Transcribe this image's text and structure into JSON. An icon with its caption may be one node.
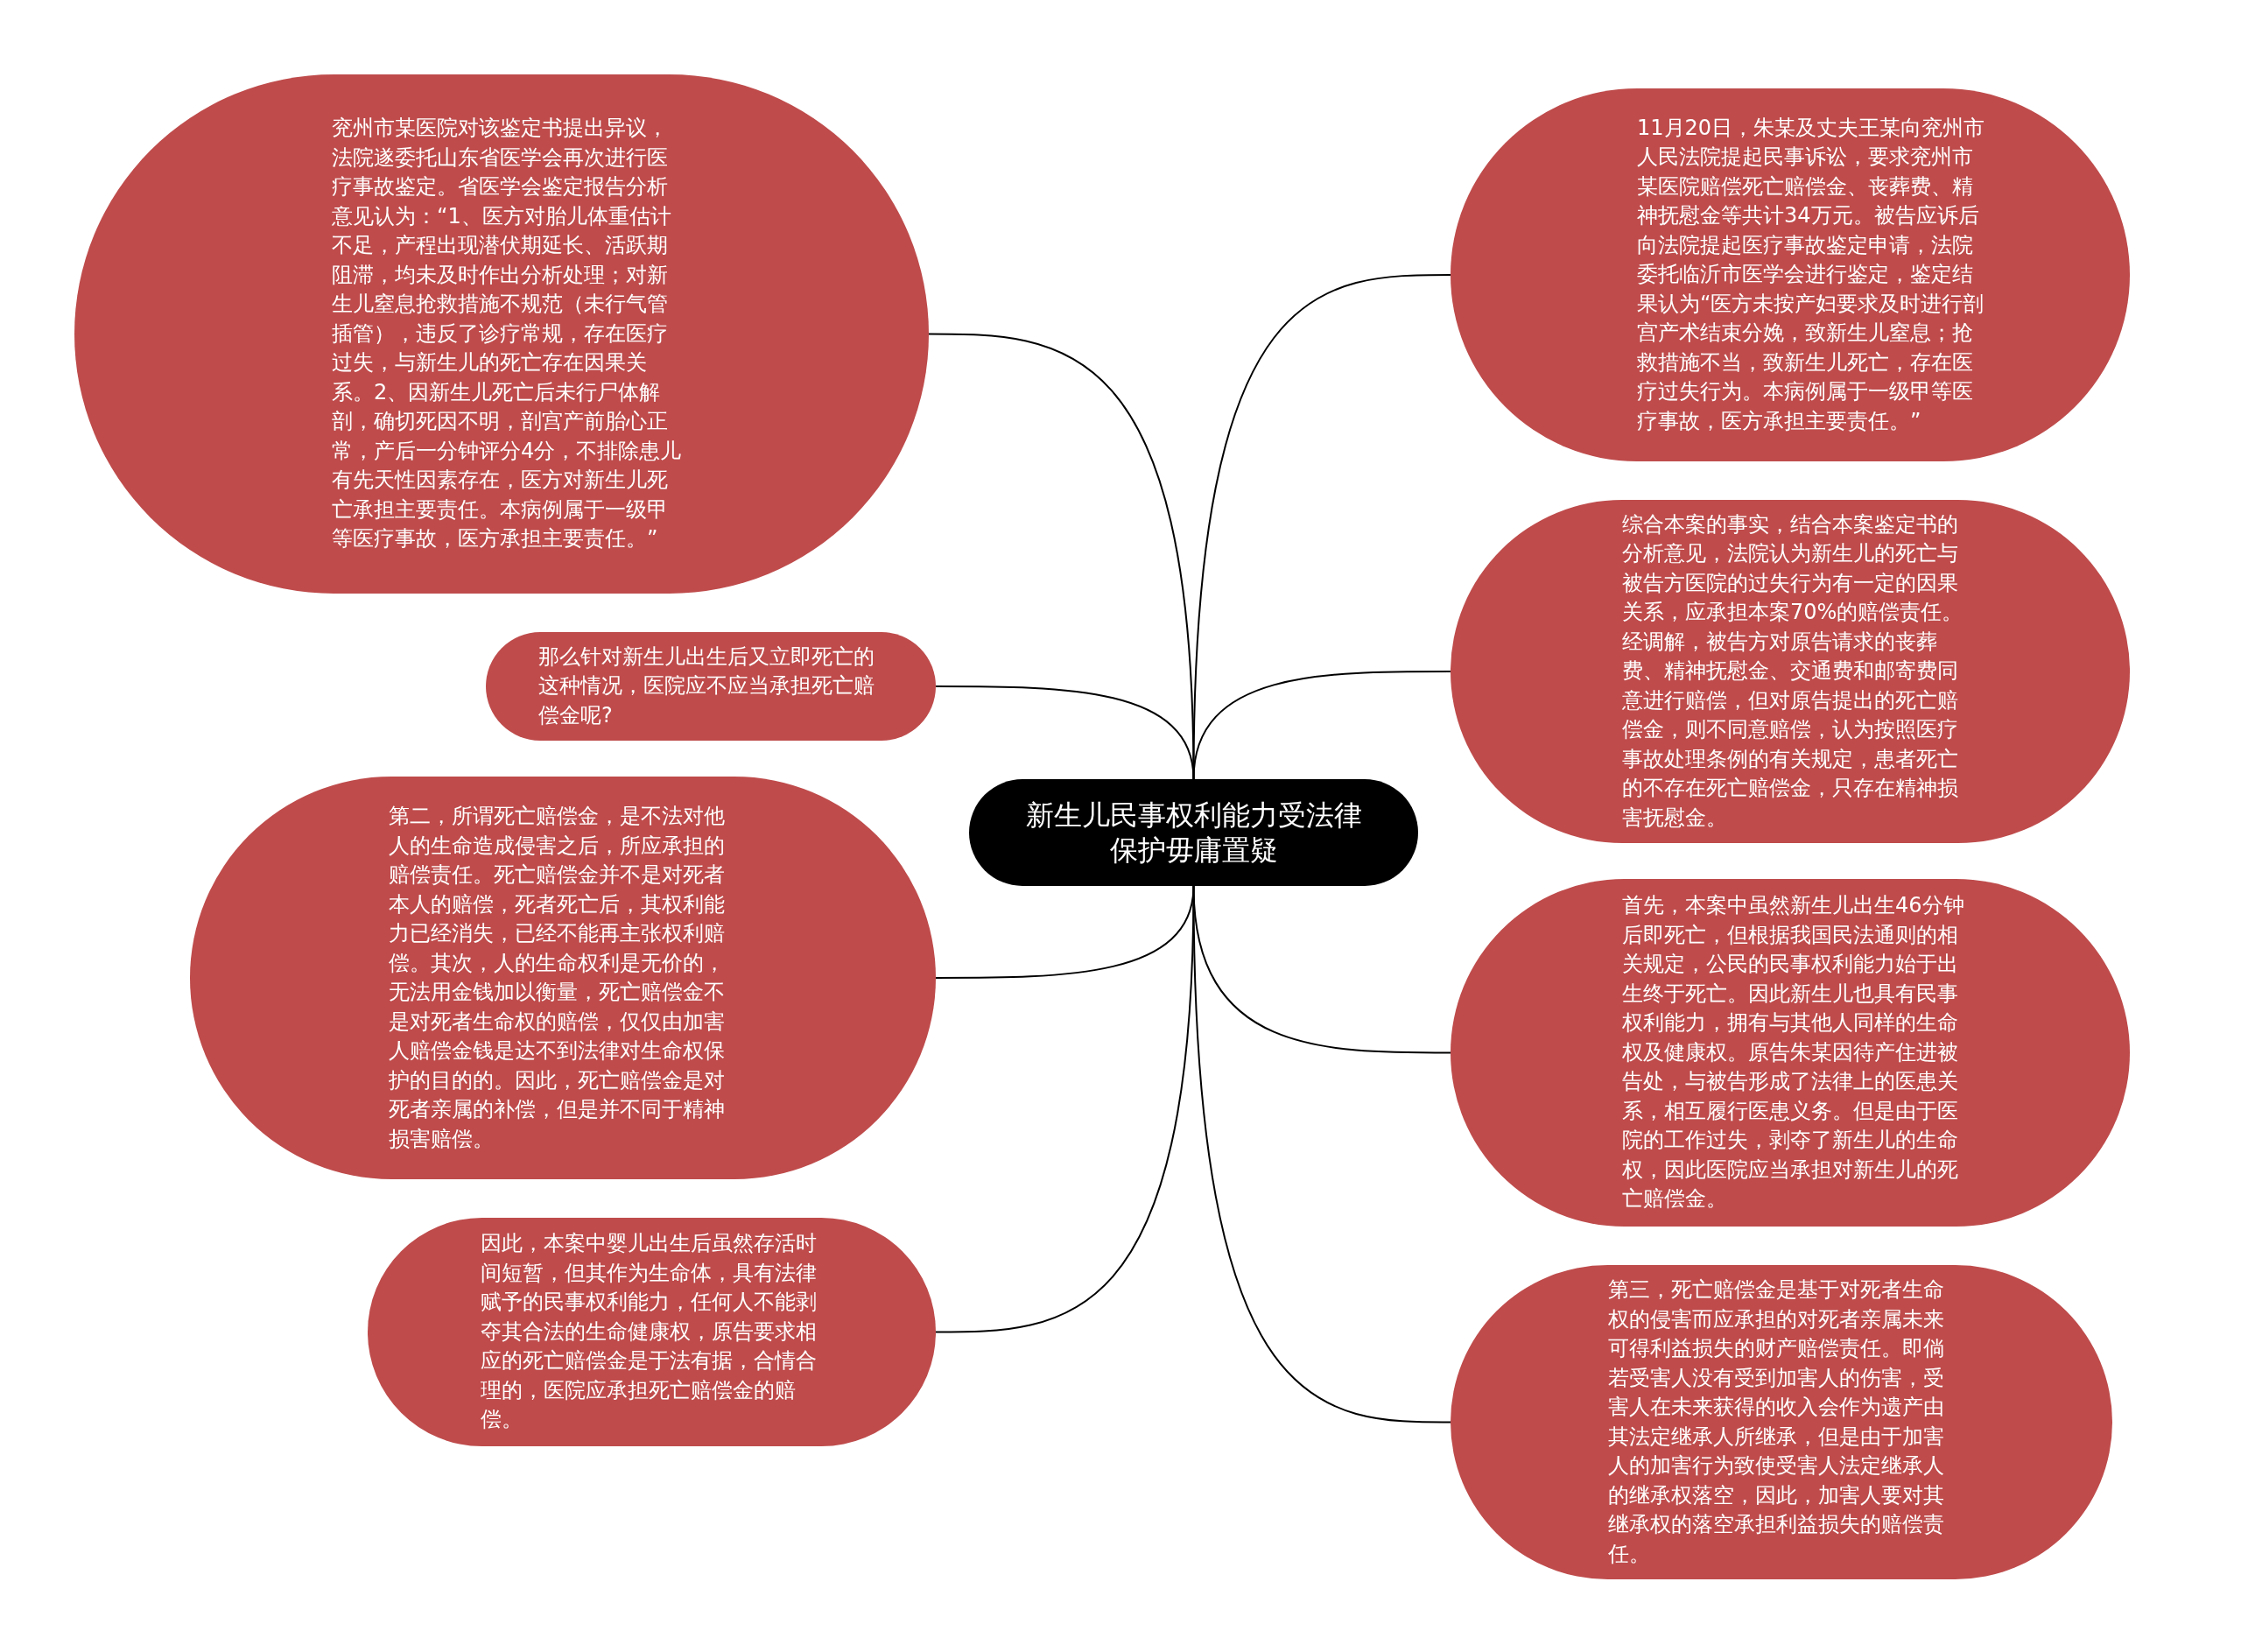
{
  "diagram": {
    "nodes": [
      {
        "text": [
          "新生儿民事权利能力受法律保护毋庸置疑"
        ]
      },
      {
        "text": [
          "兖州市某医院对该鉴定书提出异议，法院遂委托山东省医学会再次进行医疗事故鉴定。省医学会鉴定报告分析意见认为：“1、医方对胎儿体重估计不足，产程出现潜伏期延长、活跃期阻滞，均未及时作出分析处理；对新生儿窒息抢救措施不规范（未行气管插管），违反了诊疗常规，存在医疗过失，与新生儿的死亡存在因果关系。2、因新生儿死亡后未行尸体解剖，确切死因不明，剖宫产前胎心正常，产后一分钟评分4分，不排除患儿有先天性因素存在，医方对新生儿死亡承担主要责任。本病例属于一级甲等医疗事故，医方承担主要责任。”"
        ]
      },
      {
        "text": [
          "那么针对新生儿出生后又立即死亡的这种情况，医院应不应当承担死亡赔偿金呢?"
        ]
      },
      {
        "text": [
          "第二，所谓死亡赔偿金，是不法对他人的生命造成侵害之后，所应承担的赔偿责任。死亡赔偿金并不是对死者本人的赔偿，死者死亡后，其权利能力已经消失，已经不能再主张权利赔偿。其次，人的生命权利是无价的，无法用金钱加以衡量，死亡赔偿金不是对死者生命权的赔偿，仅仅由加害人赔偿金钱是达不到法律对生命权保护的目的的。因此，死亡赔偿金是对死者亲属的补偿，但是并不同于精神损害赔偿。"
        ]
      },
      {
        "text": [
          "因此，本案中婴儿出生后虽然存活时间短暂，但其作为生命体，具有法律赋予的民事权利能力，任何人不能剥夺其合法的生命健康权，原告要求相应的死亡赔偿金是于法有据，合情合理的，医院应承担死亡赔偿金的赔偿。"
        ]
      },
      {
        "text": [
          "11月20日，朱某及丈夫王某向兖州市人民法院提起民事诉讼，要求兖州市某医院赔偿死亡赔偿金、丧葬费、精神抚慰金等共计34万元。被告应诉后向法院提起医疗事故鉴定申请，法院委托临沂市医学会进行鉴定，鉴定结果认为“医方未按产妇要求及时进行剖宫产术结束分娩，致新生儿窒息；抢救措施不当，致新生儿死亡，存在医疗过失行为。本病例属于一级甲等医疗事故，医方承担主要责任。”"
        ]
      },
      {
        "text": [
          "综合本案的事实，结合本案鉴定书的分析意见，法院认为新生儿的死亡与被告方医院的过失行为有一定的因果关系，应承担本案70%的赔偿责任。经调解，被告方对原告请求的丧葬费、精神抚慰金、交通费和邮寄费同意进行赔偿，但对原告提出的死亡赔偿金，则不同意赔偿，认为按照医疗事故处理条例的有关规定，患者死亡的不存在死亡赔偿金，只存在精神损害抚慰金。"
        ]
      },
      {
        "text": [
          "首先，本案中虽然新生儿出生46分钟后即死亡，但根据我国民法通则的相关规定，公民的民事权利能力始于出生终于死亡。因此新生儿也具有民事权利能力，拥有与其他人同样的生命权及健康权。原告朱某因待产住进被告处，与被告形成了法律上的医患关系，相互履行医患义务。但是由于医院的工作过失，剥夺了新生儿的生命权，因此医院应当承担对新生儿的死亡赔偿金。"
        ]
      },
      {
        "text": [
          "第三，死亡赔偿金是基于对死者生命权的侵害而应承担的对死者亲属未来可得利益损失的财产赔偿责任。即倘若受害人没有受到加害人的伤害，受害人在未来获得的收入会作为遗产由其法定继承人所继承，但是由于加害人的加害行为致使受害人法定继承人的继承权落空，因此，加害人要对其继承权的落空承担利益损失的赔偿责任。"
        ]
      }
    ],
    "edges": [
      {
        "from": 0,
        "to": 1,
        "arrow": "none"
      },
      {
        "from": 0,
        "to": 2,
        "arrow": "none"
      },
      {
        "from": 0,
        "to": 3,
        "arrow": "none"
      },
      {
        "from": 0,
        "to": 4,
        "arrow": "none"
      },
      {
        "from": 0,
        "to": 5,
        "arrow": "none"
      },
      {
        "from": 0,
        "to": 6,
        "arrow": "none"
      },
      {
        "from": 0,
        "to": 7,
        "arrow": "none"
      },
      {
        "from": 0,
        "to": 8,
        "arrow": "none"
      }
    ]
  }
}
